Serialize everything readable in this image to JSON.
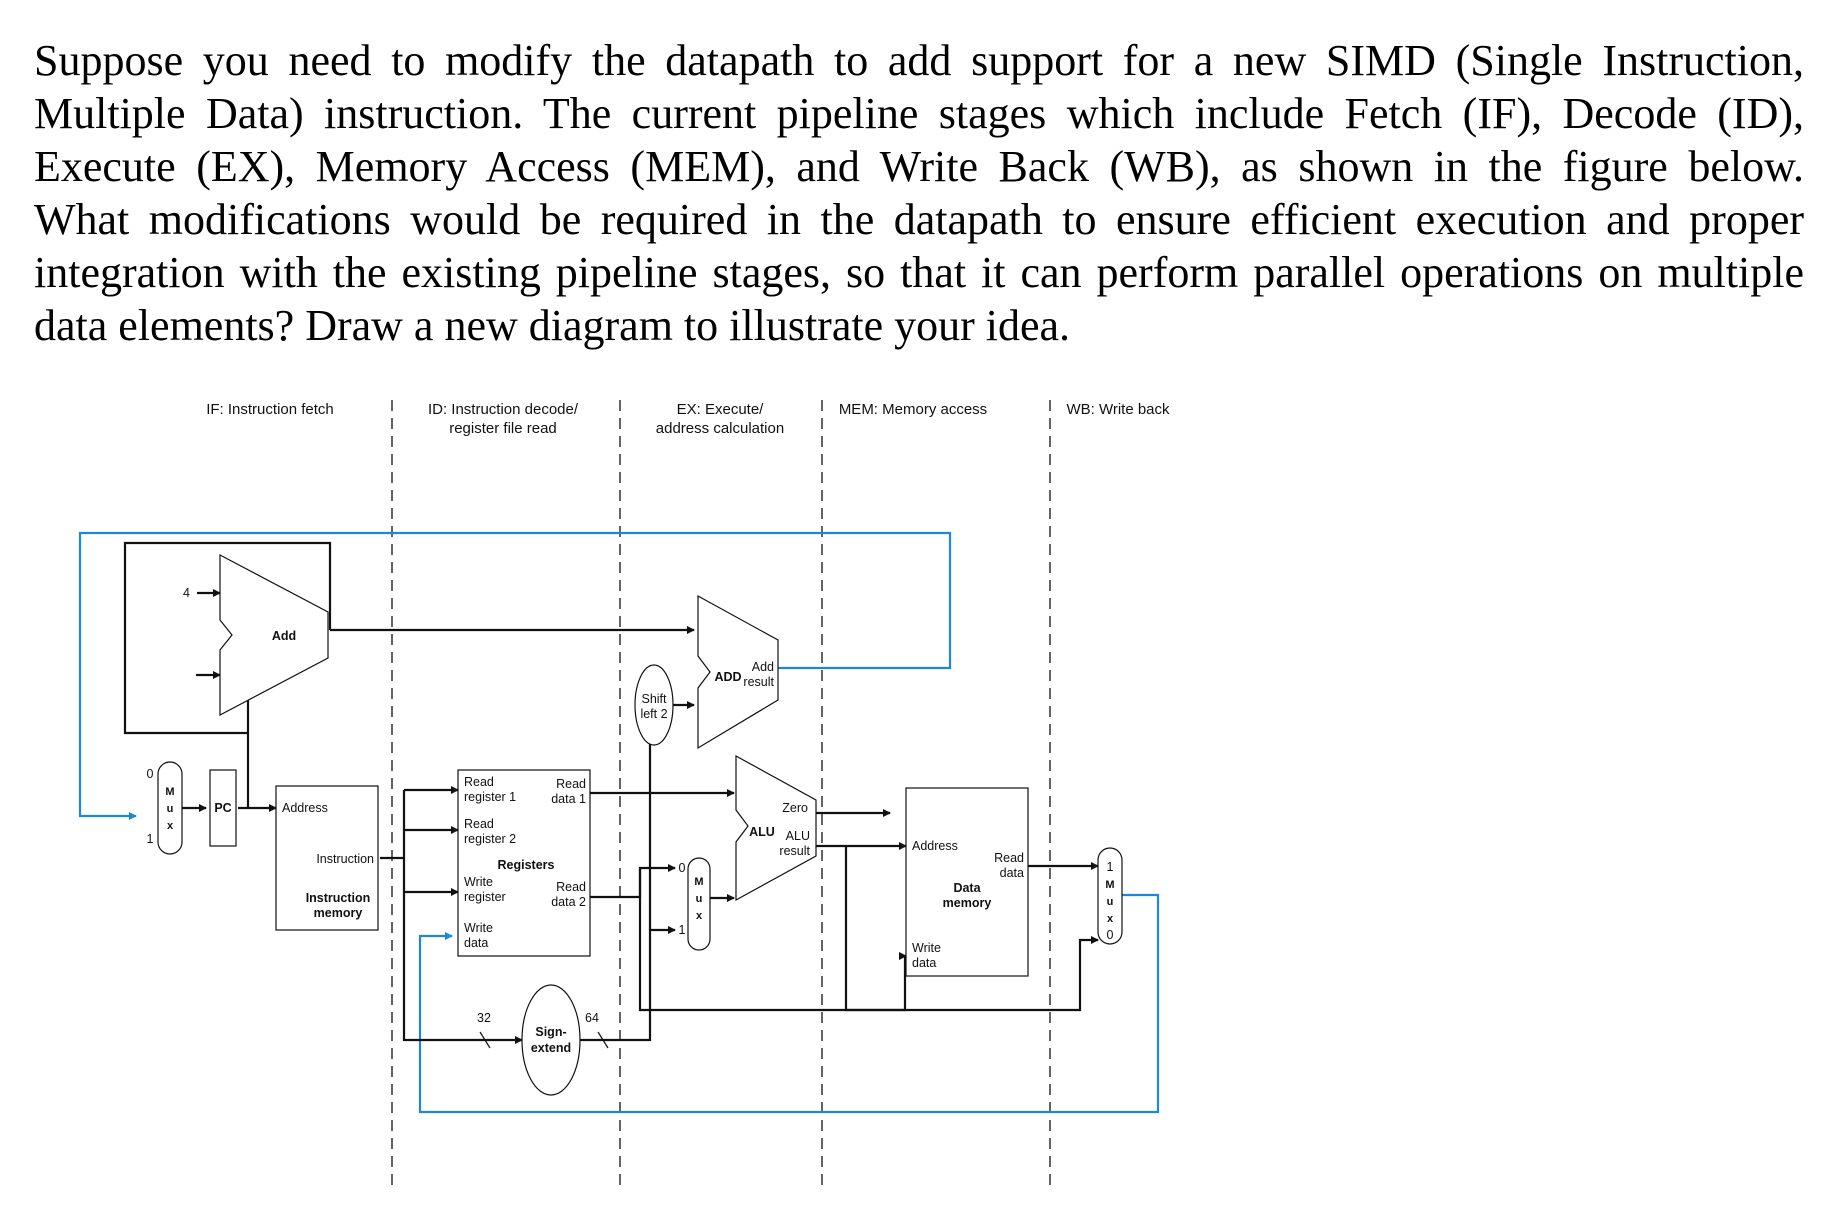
{
  "question": {
    "lines": [
      "Suppose you need to modify the datapath to add support for a new SIMD (Single Instruction,",
      "Multiple Data) instruction. The current pipeline stages which include Fetch (IF), Decode (ID),",
      "Execute (EX), Memory Access (MEM), and Write Back (WB), as shown in the figure below.",
      "What modifications would be required in the datapath to ensure efficient execution and proper",
      "integration with the existing pipeline stages, so that it can perform parallel operations on multiple",
      "data elements? Draw a new diagram to illustrate your idea."
    ]
  },
  "stages": {
    "if": [
      "IF: Instruction fetch"
    ],
    "id": [
      "ID: Instruction decode/",
      "register file read"
    ],
    "ex": [
      "EX: Execute/",
      "address calculation"
    ],
    "mem": [
      "MEM: Memory access"
    ],
    "wb": [
      "WB: Write back"
    ]
  },
  "components": {
    "add_const": "4",
    "add": "Add",
    "pc": "PC",
    "imem": {
      "address": "Address",
      "instruction": "Instruction",
      "name": [
        "Instruction",
        "memory"
      ]
    },
    "regs": {
      "read_reg1": [
        "Read",
        "register 1"
      ],
      "read_reg2": [
        "Read",
        "register 2"
      ],
      "write_reg": [
        "Write",
        "register"
      ],
      "write_data": [
        "Write",
        "data"
      ],
      "read_data1": [
        "Read",
        "data 1"
      ],
      "read_data2": [
        "Read",
        "data 2"
      ],
      "name": "Registers"
    },
    "sign_extend": {
      "name": [
        "Sign-",
        "extend"
      ],
      "in_width": "32",
      "out_width": "64"
    },
    "shift": [
      "Shift",
      "left 2"
    ],
    "add2": {
      "name": "ADD",
      "result": [
        "Add",
        "result"
      ]
    },
    "alu": {
      "name": "ALU",
      "zero": "Zero",
      "result": [
        "ALU",
        "result"
      ]
    },
    "dmem": {
      "address": "Address",
      "read_data": [
        "Read",
        "data"
      ],
      "write_data": [
        "Write",
        "data"
      ],
      "name": [
        "Data",
        "memory"
      ]
    },
    "mux_letters": [
      "M",
      "u",
      "x"
    ],
    "mux_pc_inputs": [
      "0",
      "1"
    ],
    "mux_alu_inputs": [
      "0",
      "1"
    ],
    "mux_wb_inputs": [
      "1",
      "0"
    ]
  }
}
